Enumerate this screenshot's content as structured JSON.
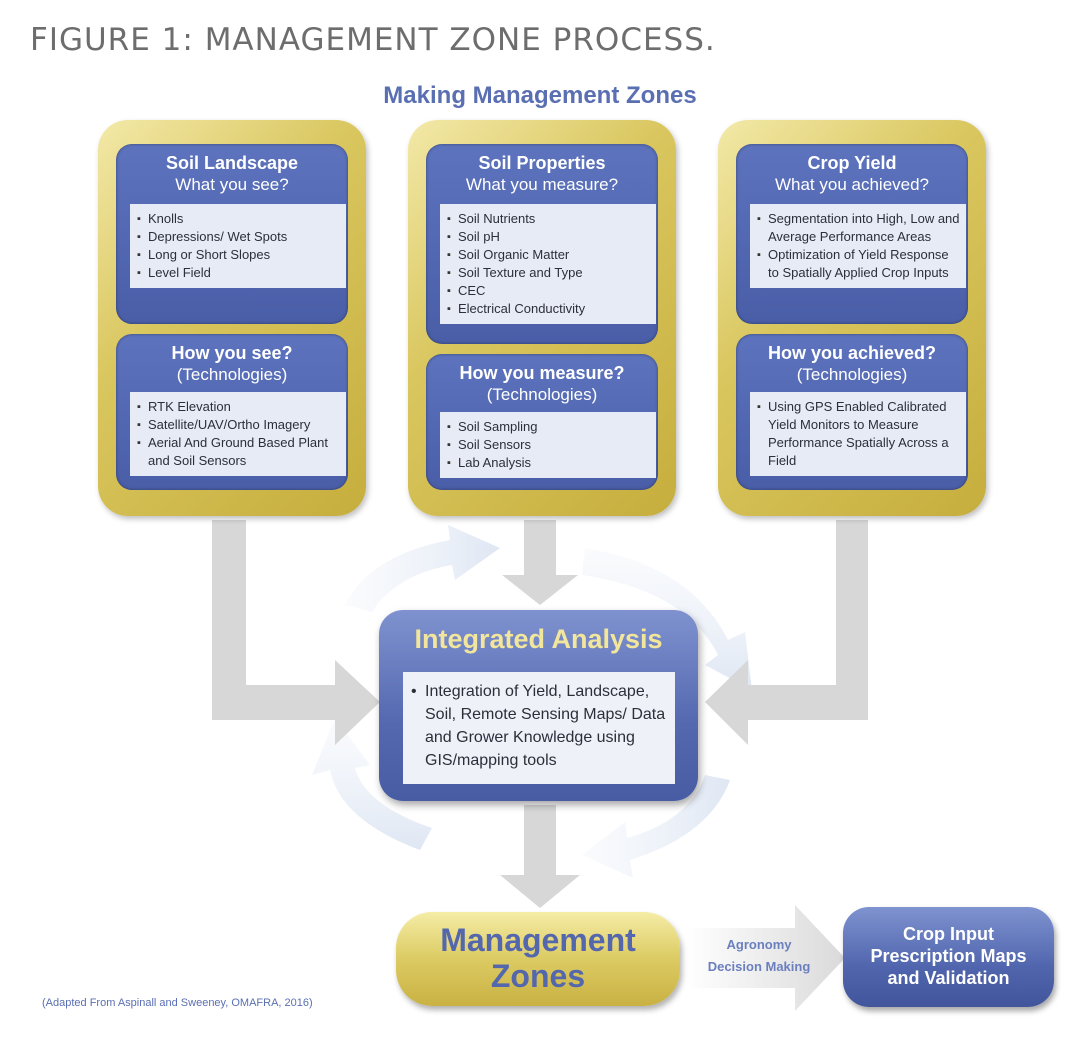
{
  "figure_title": "FIGURE 1: MANAGEMENT ZONE PROCESS.",
  "diagram_title": "Making Management Zones",
  "columns": [
    {
      "top_title": "Soil Landscape",
      "top_subtitle": "What you see?",
      "top_items": [
        "Knolls",
        "Depressions/ Wet Spots",
        "Long or Short Slopes",
        "Level Field"
      ],
      "bottom_title": "How you see?",
      "bottom_subtitle": "(Technologies)",
      "bottom_items": [
        "RTK Elevation",
        "Satellite/UAV/Ortho Imagery",
        "Aerial And Ground Based Plant and Soil Sensors"
      ]
    },
    {
      "top_title": "Soil Properties",
      "top_subtitle": "What you measure?",
      "top_items": [
        "Soil Nutrients",
        "Soil pH",
        "Soil Organic Matter",
        "Soil Texture and Type",
        "CEC",
        "Electrical Conductivity"
      ],
      "bottom_title": "How you measure?",
      "bottom_subtitle": "(Technologies)",
      "bottom_items": [
        "Soil Sampling",
        "Soil Sensors",
        "Lab Analysis"
      ]
    },
    {
      "top_title": "Crop Yield",
      "top_subtitle": "What you achieved?",
      "top_items": [
        "Segmentation into High, Low and Average Performance Areas",
        "Optimization of Yield Response to Spatially Applied Crop Inputs"
      ],
      "bottom_title": "How you achieved?",
      "bottom_subtitle": "(Technologies)",
      "bottom_items": [
        "Using GPS Enabled Calibrated Yield Monitors to Measure Performance Spatially Across a Field"
      ]
    }
  ],
  "integrated_analysis": {
    "title": "Integrated Analysis",
    "text": "Integration of Yield, Landscape, Soil, Remote Sensing Maps/ Data and Grower Knowledge using GIS/mapping tools"
  },
  "management_zones": {
    "line1": "Management",
    "line2": "Zones"
  },
  "arrow_label": {
    "line1": "Agronomy",
    "line2": "Decision Making"
  },
  "output_box": {
    "line1": "Crop Input",
    "line2": "Prescription Maps",
    "line3": "and Validation"
  },
  "footnote": "(Adapted From Aspinall and Sweeney, OMAFRA, 2016)",
  "colors": {
    "gold": "#d9c65e",
    "blue": "#4a5ea8",
    "title_gray": "#6d6d6d",
    "arrow_gray": "#d7d7d7"
  }
}
